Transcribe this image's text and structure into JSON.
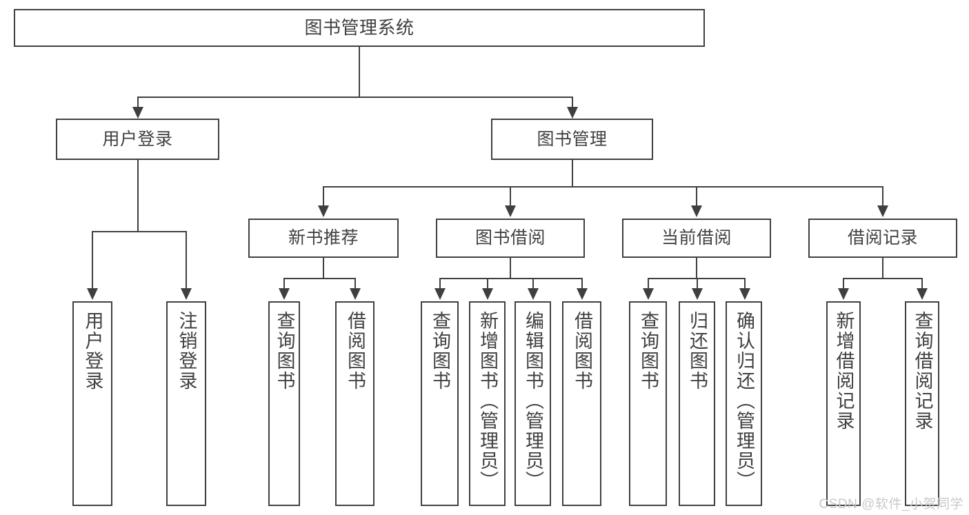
{
  "diagram": {
    "title": "图书管理系统",
    "type": "hierarchy-tree",
    "root": {
      "label": "图书管理系统"
    },
    "level1": [
      {
        "label": "用户登录"
      },
      {
        "label": "图书管理"
      }
    ],
    "level2": [
      {
        "label": "新书推荐"
      },
      {
        "label": "图书借阅"
      },
      {
        "label": "当前借阅"
      },
      {
        "label": "借阅记录"
      }
    ],
    "leaves": {
      "user_login": [
        {
          "label": "用户登录"
        },
        {
          "label": "注销登录"
        }
      ],
      "new_book_recommend": [
        {
          "label": "查询图书"
        },
        {
          "label": "借阅图书"
        }
      ],
      "book_borrow": [
        {
          "label": "查询图书"
        },
        {
          "label": "新增图书（管理员）"
        },
        {
          "label": "编辑图书（管理员）"
        },
        {
          "label": "借阅图书"
        }
      ],
      "current_borrow": [
        {
          "label": "查询图书"
        },
        {
          "label": "归还图书"
        },
        {
          "label": "确认归还（管理员）"
        }
      ],
      "borrow_record": [
        {
          "label": "新增借阅记录"
        },
        {
          "label": "查询借阅记录"
        }
      ]
    }
  },
  "watermark": {
    "text": "CSDN @软件_小贺同学"
  },
  "colors": {
    "stroke": "#3f3f3f",
    "text": "#404040",
    "background": "#ffffff",
    "watermark": "#c9c9c9"
  }
}
